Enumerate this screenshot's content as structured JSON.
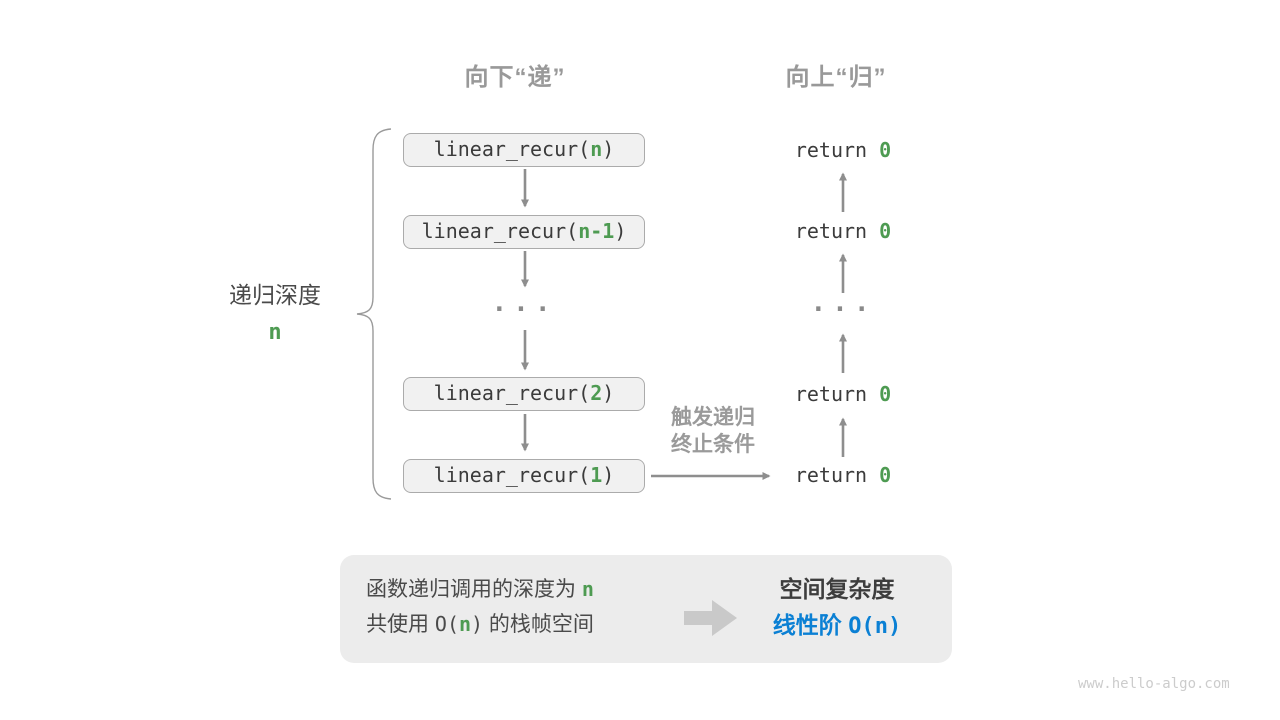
{
  "headers": {
    "down": "向下“递”",
    "up": "向上“归”"
  },
  "depth_label": {
    "text": "递归深度",
    "var": "n"
  },
  "call_stack": {
    "boxes": [
      {
        "pre": "linear_recur(",
        "arg": "n",
        "post": ")"
      },
      {
        "pre": "linear_recur(",
        "arg": "n-1",
        "post": ")"
      },
      {
        "pre": "linear_recur(",
        "arg": "2",
        "post": ")"
      },
      {
        "pre": "linear_recur(",
        "arg": "1",
        "post": ")"
      }
    ],
    "ellipsis": "..."
  },
  "returns": {
    "items": [
      {
        "pre": "return ",
        "val": "0"
      },
      {
        "pre": "return ",
        "val": "0"
      },
      {
        "pre": "return ",
        "val": "0"
      },
      {
        "pre": "return ",
        "val": "0"
      }
    ],
    "ellipsis": "..."
  },
  "base_case_label": {
    "line1": "触发递归",
    "line2": "终止条件"
  },
  "summary": {
    "left_line1_pre": "函数递归调用的深度为 ",
    "left_line1_var": "n",
    "left_line2_a": "共使用 ",
    "left_line2_b": "O(",
    "left_line2_var": "n",
    "left_line2_c": ")",
    "left_line2_d": " 的栈帧空间",
    "right_title": "空间复杂度",
    "right_result_a": "线性阶 ",
    "right_result_b": "O(",
    "right_result_var": "n",
    "right_result_c": ")"
  },
  "colors": {
    "green": "#4e9b52",
    "blue": "#0b80d4",
    "arrow_gray": "#8e8e8e",
    "box_fill": "#f1f1f1",
    "box_border": "#ababab",
    "summary_bg": "#ececec"
  },
  "watermark": "www.hello-algo.com"
}
